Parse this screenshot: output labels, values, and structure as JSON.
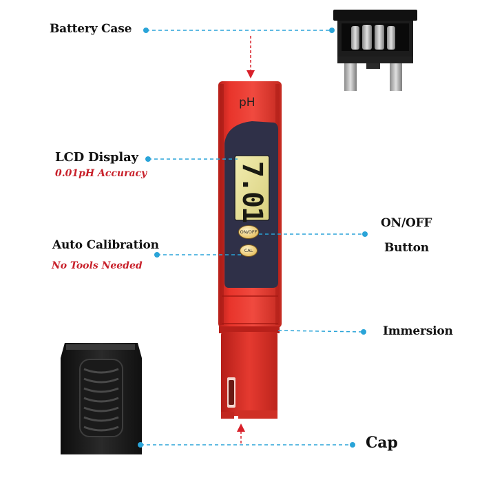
{
  "labels": {
    "battery_case": "Battery Case",
    "lcd_display": "LCD Display",
    "lcd_accuracy": "0.01pH Accuracy",
    "auto_calibration": "Auto Calibration",
    "no_tools": "No Tools Needed",
    "on_off_line1": "ON/OFF",
    "on_off_line2": "Button",
    "immersion": "Immersion",
    "cap": "Cap"
  },
  "device": {
    "ph_label": "pH",
    "lcd_reading": "7.01",
    "on_off_button": "ON/OFF",
    "cal_button": "CAL"
  },
  "colors": {
    "pen_red": "#e8342b",
    "lcd_panel": "#2f3048",
    "lcd_screen": "#e6e09a",
    "leader_line": "#2aa4d8",
    "arrow_red": "#d8202a",
    "accent_text": "#c8202a"
  }
}
